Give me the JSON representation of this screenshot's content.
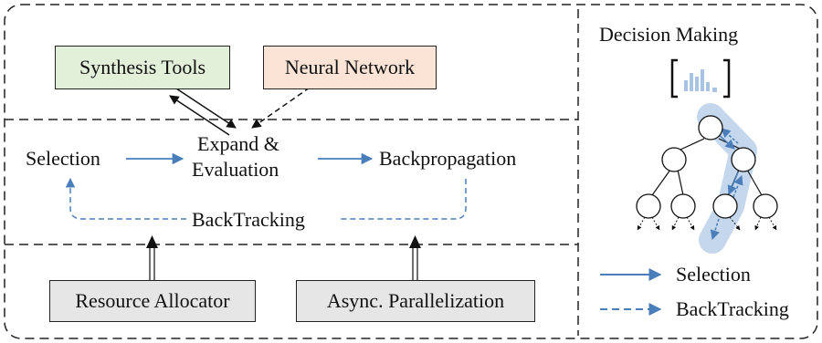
{
  "modules": {
    "synthesis_tools": "Synthesis Tools",
    "neural_network": "Neural Network",
    "resource_allocator": "Resource Allocator",
    "async_parallelization": "Async. Parallelization"
  },
  "steps": {
    "selection": "Selection",
    "expand_line1": "Expand &",
    "expand_line2": "Evaluation",
    "backpropagation": "Backpropagation",
    "backtracking": "BackTracking"
  },
  "decision": {
    "title": "Decision Making",
    "icon": "bar-chart-icon"
  },
  "legend": {
    "selection": "Selection",
    "backtracking": "BackTracking"
  },
  "colors": {
    "synthesis_fill": "#e2efd9",
    "neural_fill": "#fbe4d5",
    "bottom_fill": "#e6e6e6",
    "accent_blue": "#4a7ebb",
    "path_highlight": "#c5d7ec"
  }
}
